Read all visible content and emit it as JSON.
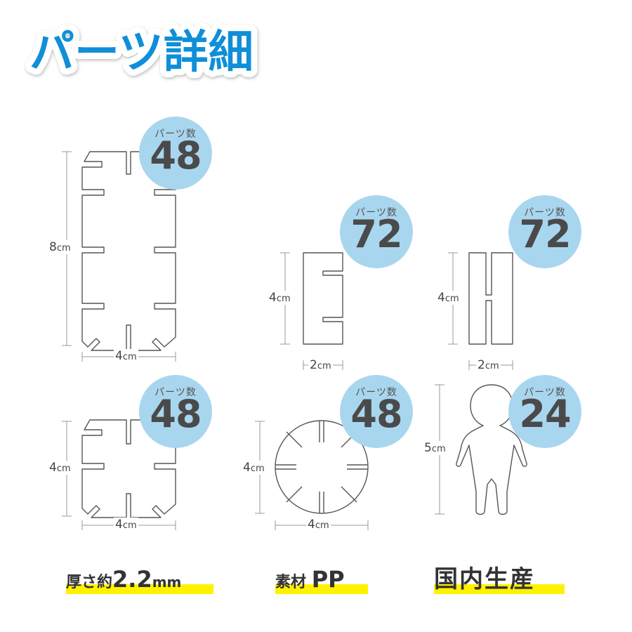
{
  "title": "パーツ詳細",
  "badge_label": "パーツ数",
  "parts": [
    {
      "count": "48",
      "width": "4",
      "height": "8",
      "unit": "cm"
    },
    {
      "count": "72",
      "width": "2",
      "height": "4",
      "unit": "cm"
    },
    {
      "count": "72",
      "width": "2",
      "height": "4",
      "unit": "cm"
    },
    {
      "count": "48",
      "width": "4",
      "height": "4",
      "unit": "cm"
    },
    {
      "count": "48",
      "width": "4",
      "height": "4",
      "unit": "cm"
    },
    {
      "count": "24",
      "width": "",
      "height": "5",
      "unit": "cm"
    }
  ],
  "specs": {
    "thickness_prefix": "厚さ約",
    "thickness_value": "2.2",
    "thickness_unit": "mm",
    "material_prefix": "素材",
    "material_value": "PP",
    "origin": "国内生産"
  },
  "colors": {
    "title_fill": "#0f8fd8",
    "title_outline": "#ffffff",
    "badge": "#a9d6ef",
    "highlight": "#fff200",
    "shape_stroke": "#555555"
  }
}
